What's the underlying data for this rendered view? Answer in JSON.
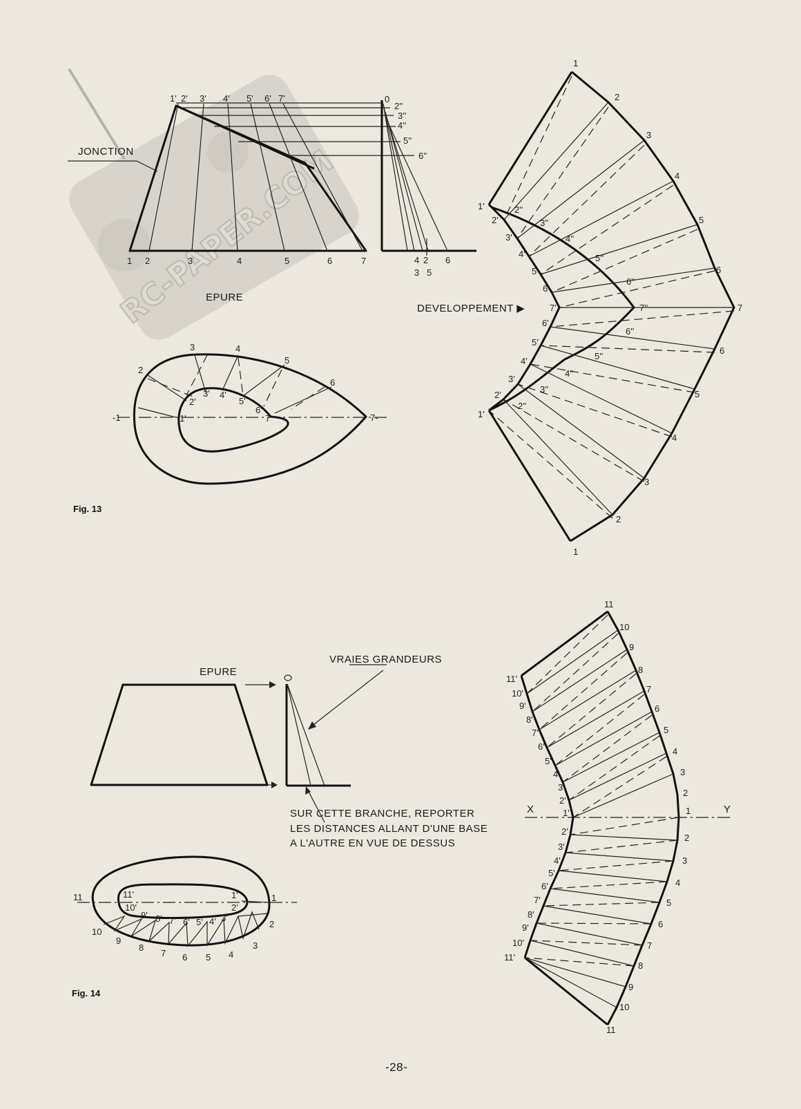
{
  "fig13": {
    "caption": "Fig. 13",
    "jonction": "JONCTION",
    "epure": "EPURE",
    "developpement": "DEVELOPPEMENT ▶",
    "top_labels": [
      "1'",
      "2'",
      "3'",
      "4'",
      "5'",
      "6'",
      "7'"
    ],
    "bottom_labels": [
      "1",
      "2",
      "3",
      "4",
      "5",
      "6",
      "7"
    ],
    "side_labels": [
      "0",
      "2''",
      "3''",
      "4''",
      "5''",
      "6''"
    ],
    "side_base_labels": [
      "4",
      "2",
      "6",
      "3",
      "5"
    ],
    "plan_outer_labels": [
      "-1",
      "2",
      "3",
      "4",
      "5",
      "6",
      "7-"
    ],
    "plan_inner_labels": [
      "1'",
      "2'",
      "3'",
      "4'",
      "5'",
      "6'",
      "7'"
    ],
    "dev_outer_labels": [
      "1",
      "2",
      "3",
      "4",
      "5",
      "6",
      "7",
      "6",
      "5",
      "4",
      "3",
      "2",
      "1"
    ],
    "dev_inner_labels": [
      "1'",
      "2'",
      "3'",
      "4'",
      "5'",
      "6'",
      "7'",
      "6'",
      "5'",
      "4'",
      "3'",
      "2'",
      "1'"
    ],
    "dev_junction_labels": [
      "2''",
      "3''",
      "4''",
      "5''",
      "6''",
      "7''",
      "6''",
      "5''",
      "4''",
      "3''",
      "2''"
    ]
  },
  "fig14": {
    "caption": "Fig. 14",
    "epure": "EPURE",
    "zero": "o",
    "vraies": "VRAIES GRANDEURS",
    "note_line1": "SUR CETTE BRANCHE, REPORTER",
    "note_line2": "LES DISTANCES ALLANT D'UNE BASE",
    "note_line3": "A L'AUTRE EN VUE DE DESSUS",
    "plan_outer_labels": [
      "11",
      "10",
      "9",
      "8",
      "7",
      "6",
      "5",
      "4",
      "3",
      "2",
      "1"
    ],
    "plan_inner_labels": [
      "11'",
      "10'",
      "9'",
      "8'",
      "7'",
      "6'",
      "5'",
      "4'",
      "3'",
      "2'",
      "1'"
    ],
    "dev_outer_labels": [
      "11",
      "10",
      "9",
      "8",
      "7",
      "6",
      "5",
      "4",
      "3",
      "2",
      "1",
      "2",
      "3",
      "4",
      "5",
      "6",
      "7",
      "8",
      "9",
      "10",
      "11"
    ],
    "dev_inner_labels": [
      "11'",
      "10'",
      "9'",
      "8'",
      "7'",
      "6'",
      "5'",
      "4'",
      "3'",
      "2'",
      "1'",
      "2'",
      "3'",
      "4'",
      "5'",
      "6'",
      "7'",
      "8'",
      "9'",
      "10'",
      "11'"
    ],
    "axis_x": "X",
    "axis_y": "Y"
  },
  "page_number": "-28-",
  "watermark": "RC-PAPER.COM"
}
